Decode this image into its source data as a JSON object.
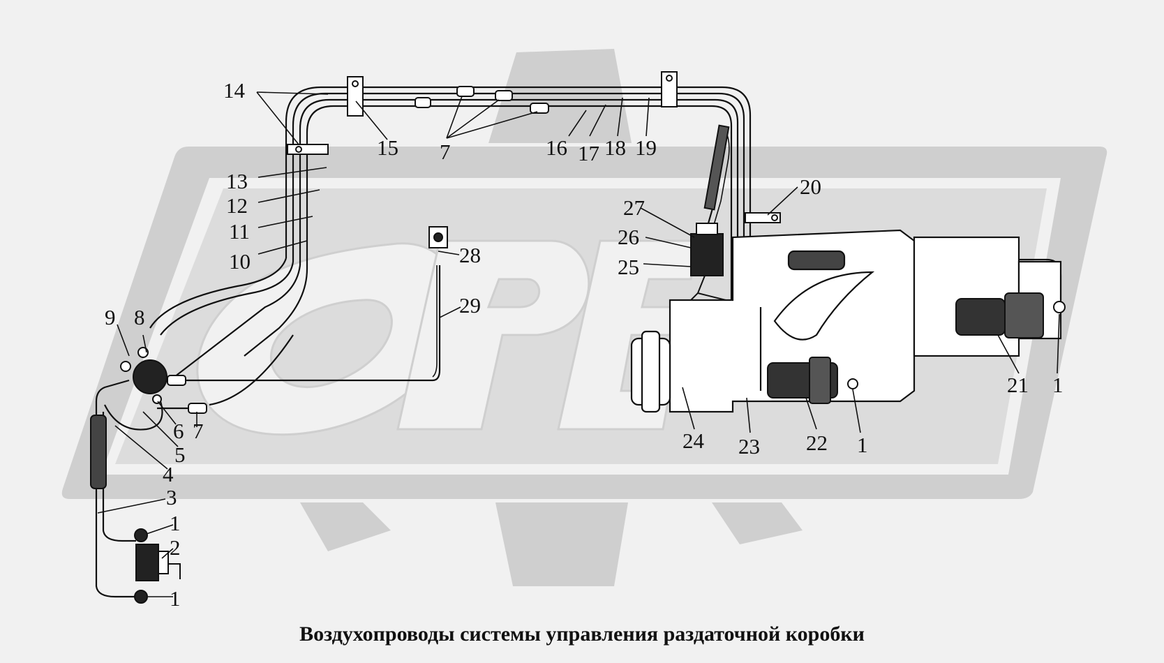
{
  "caption": "Воздухопроводы системы управления раздаточной коробки",
  "watermark": {
    "text": "OPE",
    "color": "#cfcfcf"
  },
  "callouts": [
    {
      "id": "c14",
      "text": "14"
    },
    {
      "id": "c15",
      "text": "15"
    },
    {
      "id": "c7a",
      "text": "7"
    },
    {
      "id": "c16",
      "text": "16"
    },
    {
      "id": "c17",
      "text": "17"
    },
    {
      "id": "c18",
      "text": "18"
    },
    {
      "id": "c19",
      "text": "19"
    },
    {
      "id": "c13",
      "text": "13"
    },
    {
      "id": "c12",
      "text": "12"
    },
    {
      "id": "c11",
      "text": "11"
    },
    {
      "id": "c10",
      "text": "10"
    },
    {
      "id": "c20",
      "text": "20"
    },
    {
      "id": "c27",
      "text": "27"
    },
    {
      "id": "c26",
      "text": "26"
    },
    {
      "id": "c25",
      "text": "25"
    },
    {
      "id": "c28",
      "text": "28"
    },
    {
      "id": "c29",
      "text": "29"
    },
    {
      "id": "c9",
      "text": "9"
    },
    {
      "id": "c8",
      "text": "8"
    },
    {
      "id": "c6",
      "text": "6"
    },
    {
      "id": "c7b",
      "text": "7"
    },
    {
      "id": "c5",
      "text": "5"
    },
    {
      "id": "c4",
      "text": "4"
    },
    {
      "id": "c3",
      "text": "3"
    },
    {
      "id": "c1a",
      "text": "1"
    },
    {
      "id": "c2",
      "text": "2"
    },
    {
      "id": "c1b",
      "text": "1"
    },
    {
      "id": "c24",
      "text": "24"
    },
    {
      "id": "c23",
      "text": "23"
    },
    {
      "id": "c22",
      "text": "22"
    },
    {
      "id": "c1c",
      "text": "1"
    },
    {
      "id": "c21",
      "text": "21"
    },
    {
      "id": "c1d",
      "text": "1"
    }
  ]
}
